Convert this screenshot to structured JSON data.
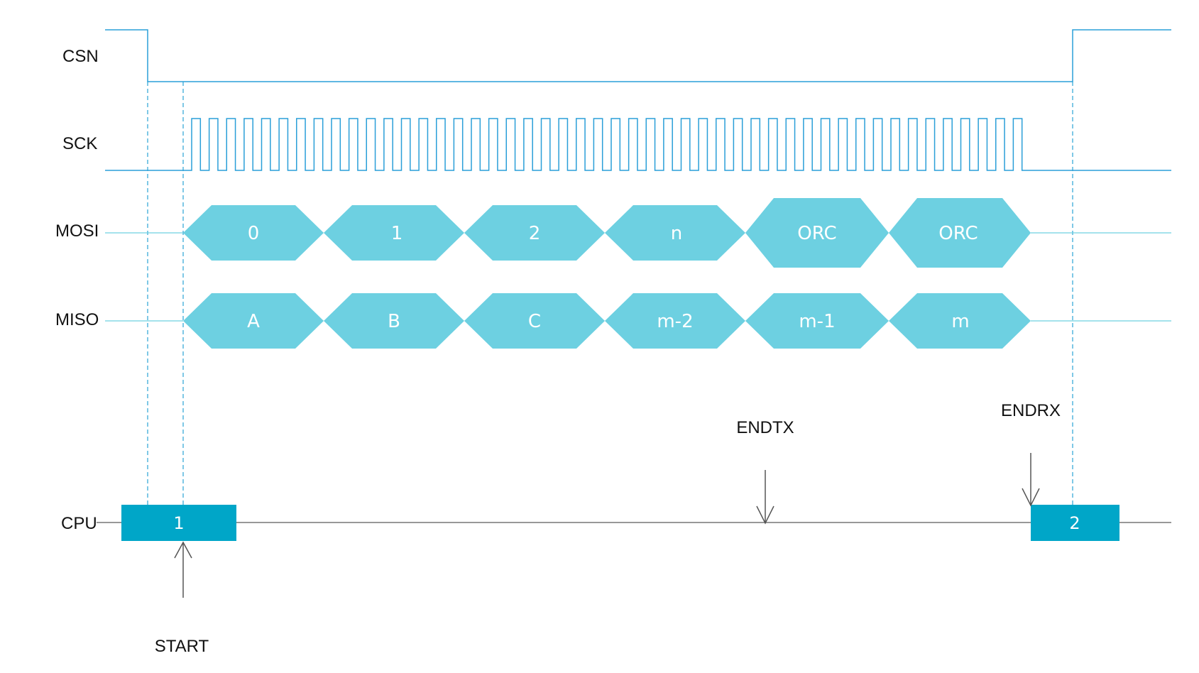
{
  "signals": {
    "csn": "CSN",
    "sck": "SCK",
    "mosi": "MOSI",
    "miso": "MISO",
    "cpu": "CPU"
  },
  "mosi_cells": [
    "0",
    "1",
    "2",
    "n",
    "ORC",
    "ORC"
  ],
  "miso_cells": [
    "A",
    "B",
    "C",
    "m-2",
    "m-1",
    "m"
  ],
  "cpu_blocks": {
    "first": "1",
    "second": "2"
  },
  "events": {
    "start": "START",
    "endtx": "ENDTX",
    "endrx": "ENDRX"
  },
  "colors": {
    "wave": "#2a9fd8",
    "cell": "#6dd0e1",
    "cpu_block": "#00a6c8",
    "guide": "#2aa4d6",
    "cpu_line": "#777777",
    "arrow": "#555555"
  }
}
